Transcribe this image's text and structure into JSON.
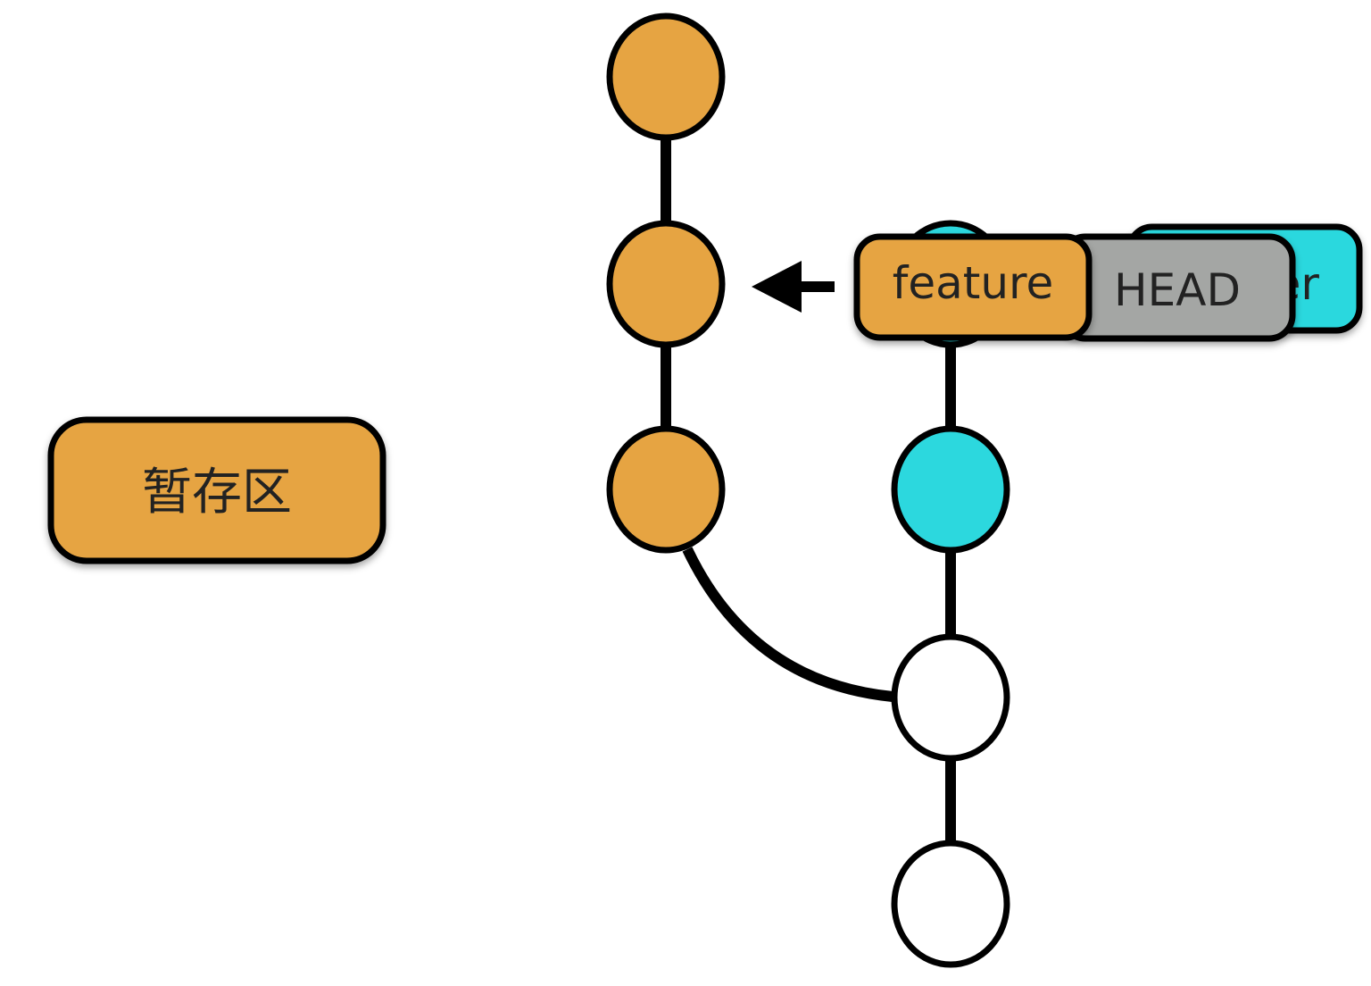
{
  "colors": {
    "stash": "#E6A442",
    "branch": "#2CD8DE",
    "plain": "#FFFFFF",
    "head": "#A4A6A4",
    "line": "#000000"
  },
  "stash": {
    "label": "暂存区"
  },
  "branches": {
    "master_label_visible": "er",
    "head_label": "HEAD",
    "feature_label": "feature"
  },
  "commits": [
    {
      "id": "stash-1",
      "kind": "stash"
    },
    {
      "id": "stash-2",
      "kind": "stash"
    },
    {
      "id": "stash-3",
      "kind": "stash"
    },
    {
      "id": "branch-1",
      "kind": "branch"
    },
    {
      "id": "branch-2",
      "kind": "branch"
    },
    {
      "id": "base-1",
      "kind": "plain"
    },
    {
      "id": "base-2",
      "kind": "plain"
    }
  ],
  "arrow": {
    "direction": "left",
    "from": "feature",
    "to": "stash-2"
  }
}
